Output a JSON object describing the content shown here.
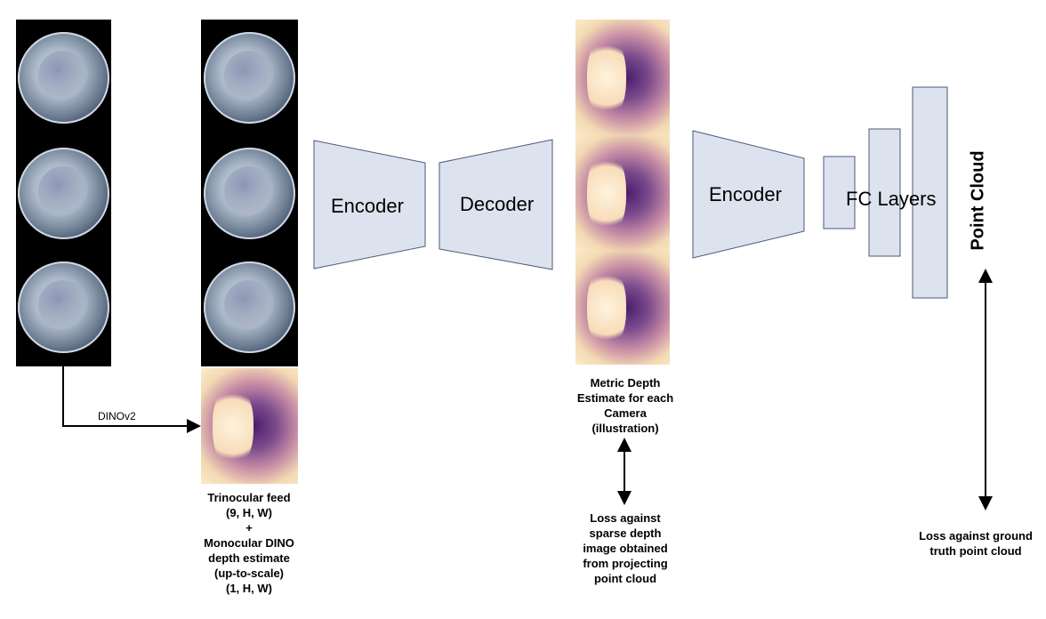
{
  "blocks": {
    "encoder1": "Encoder",
    "decoder": "Decoder",
    "encoder2": "Encoder",
    "fc_layers": "FC Layers",
    "point_cloud": "Point Cloud"
  },
  "arrows": {
    "dinov2": "DINOv2"
  },
  "captions": {
    "input": [
      "Trinocular feed",
      "(9, H, W)",
      "+",
      "Monocular DINO",
      "depth estimate",
      "(up-to-scale)",
      "(1, H, W)"
    ],
    "metric_depth": [
      "Metric Depth",
      "Estimate for each",
      "Camera",
      "(illustration)"
    ],
    "loss_depth": [
      "Loss against",
      "sparse depth",
      "image obtained",
      "from projecting",
      "point cloud"
    ],
    "loss_pointcloud": [
      "Loss against ground",
      "truth point cloud"
    ]
  },
  "colors": {
    "block_fill": "#dde3ee",
    "block_stroke": "#4a5a78",
    "arrow": "#000000"
  }
}
